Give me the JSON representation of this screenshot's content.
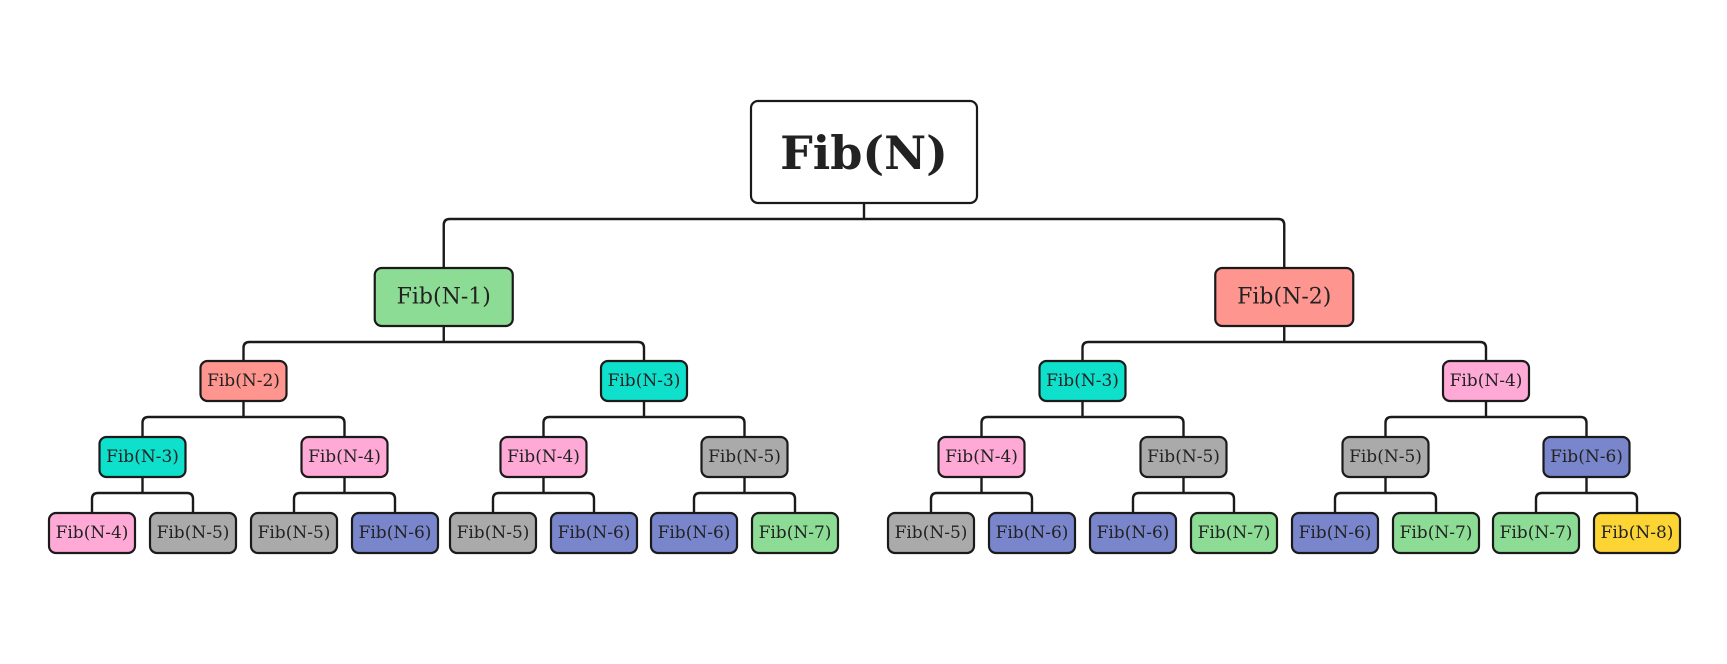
{
  "colors": {
    "root_fill": "#ffffff",
    "root_text": "#3a4aa8",
    "green": "#8ddc95",
    "salmon": "#ff958f",
    "cyan": "#0fe0cc",
    "pink": "#ffaad6",
    "gray": "#aaaaaa",
    "blue": "#7a86cc",
    "yellow": "#fcd535",
    "line": "#1a1a1a"
  },
  "tree": {
    "label": "Fib(N)",
    "color": "root_fill",
    "children": [
      {
        "label": "Fib(N-1)",
        "color": "green",
        "children": [
          {
            "label": "Fib(N-2)",
            "color": "salmon",
            "children": [
              {
                "label": "Fib(N-3)",
                "color": "cyan",
                "children": [
                  {
                    "label": "Fib(N-4)",
                    "color": "pink"
                  },
                  {
                    "label": "Fib(N-5)",
                    "color": "gray"
                  }
                ]
              },
              {
                "label": "Fib(N-4)",
                "color": "pink",
                "children": [
                  {
                    "label": "Fib(N-5)",
                    "color": "gray"
                  },
                  {
                    "label": "Fib(N-6)",
                    "color": "blue"
                  }
                ]
              }
            ]
          },
          {
            "label": "Fib(N-3)",
            "color": "cyan",
            "children": [
              {
                "label": "Fib(N-4)",
                "color": "pink",
                "children": [
                  {
                    "label": "Fib(N-5)",
                    "color": "gray"
                  },
                  {
                    "label": "Fib(N-6)",
                    "color": "blue"
                  }
                ]
              },
              {
                "label": "Fib(N-5)",
                "color": "gray",
                "children": [
                  {
                    "label": "Fib(N-6)",
                    "color": "blue"
                  },
                  {
                    "label": "Fib(N-7)",
                    "color": "green"
                  }
                ]
              }
            ]
          }
        ]
      },
      {
        "label": "Fib(N-2)",
        "color": "salmon",
        "children": [
          {
            "label": "Fib(N-3)",
            "color": "cyan",
            "children": [
              {
                "label": "Fib(N-4)",
                "color": "pink",
                "children": [
                  {
                    "label": "Fib(N-5)",
                    "color": "gray"
                  },
                  {
                    "label": "Fib(N-6)",
                    "color": "blue"
                  }
                ]
              },
              {
                "label": "Fib(N-5)",
                "color": "gray",
                "children": [
                  {
                    "label": "Fib(N-6)",
                    "color": "blue"
                  },
                  {
                    "label": "Fib(N-7)",
                    "color": "green"
                  }
                ]
              }
            ]
          },
          {
            "label": "Fib(N-4)",
            "color": "pink",
            "children": [
              {
                "label": "Fib(N-5)",
                "color": "gray",
                "children": [
                  {
                    "label": "Fib(N-6)",
                    "color": "blue"
                  },
                  {
                    "label": "Fib(N-7)",
                    "color": "green"
                  }
                ]
              },
              {
                "label": "Fib(N-6)",
                "color": "blue",
                "children": [
                  {
                    "label": "Fib(N-7)",
                    "color": "green"
                  },
                  {
                    "label": "Fib(N-8)",
                    "color": "yellow"
                  }
                ]
              }
            ]
          }
        ]
      }
    ]
  }
}
